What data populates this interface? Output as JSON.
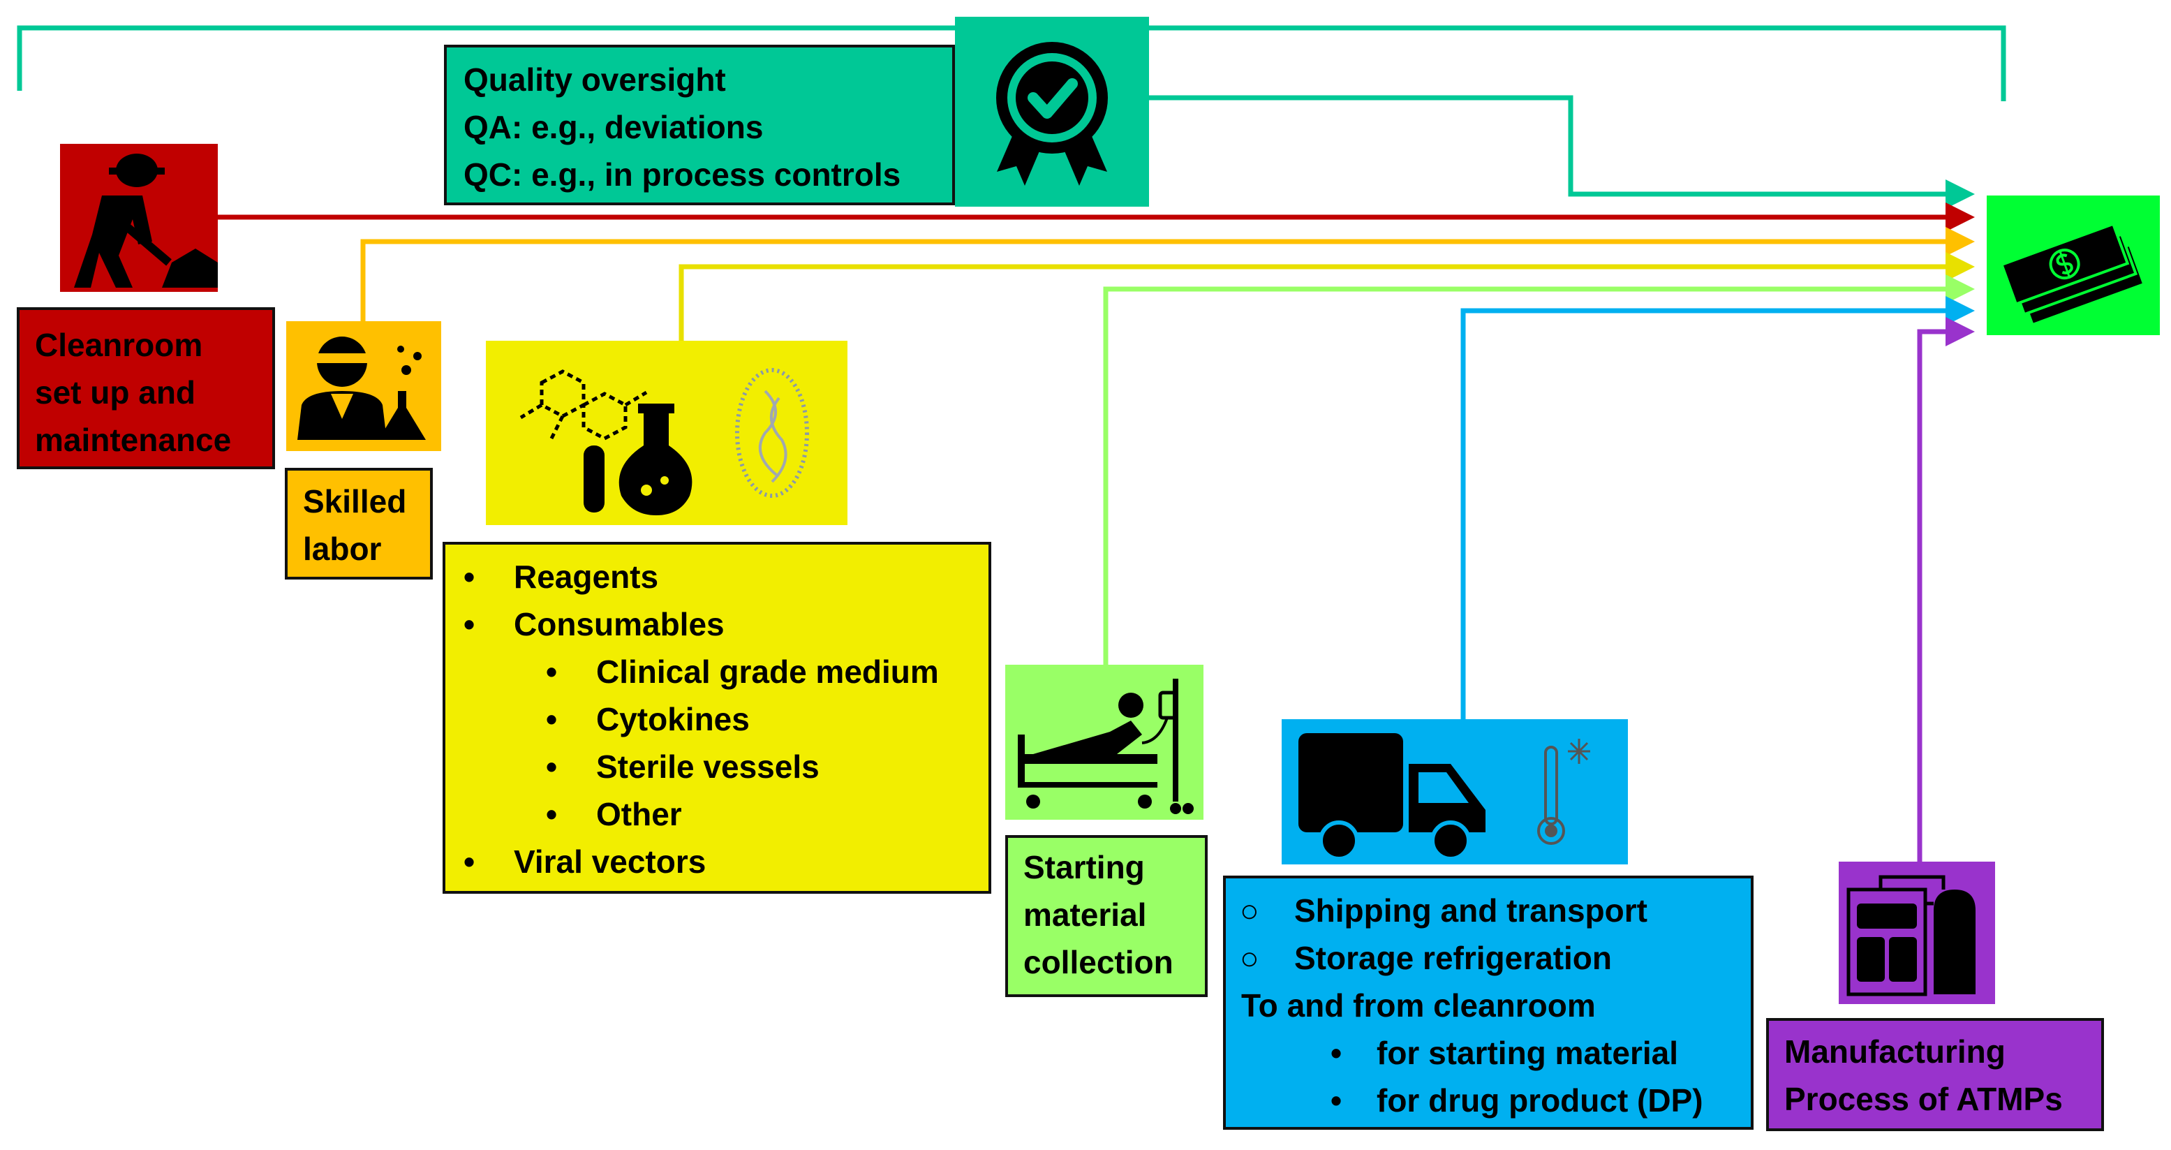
{
  "colors": {
    "quality": "#00c896",
    "cleanroom": "#c00000",
    "labor": "#ffc000",
    "reagents": "#f2ee00",
    "starting": "#99ff66",
    "shipping": "#00b0f0",
    "manufacturing": "#9933cc",
    "cost": "#00ff33"
  },
  "quality": {
    "lines": [
      "Quality oversight",
      "QA: e.g., deviations",
      "QC: e.g., in process controls"
    ],
    "icon": "award-ribbon-check-icon"
  },
  "cleanroom": {
    "lines": [
      "Cleanroom",
      "set up and",
      "maintenance"
    ],
    "icon": "worker-shovel-icon"
  },
  "labor": {
    "lines": [
      "Skilled",
      "labor"
    ],
    "icon": "scientist-flask-icon"
  },
  "reagents": {
    "items": [
      {
        "level": 1,
        "text": "Reagents"
      },
      {
        "level": 1,
        "text": "Consumables"
      },
      {
        "level": 2,
        "text": "Clinical grade medium"
      },
      {
        "level": 2,
        "text": "Cytokines"
      },
      {
        "level": 2,
        "text": "Sterile vessels"
      },
      {
        "level": 2,
        "text": "Other"
      },
      {
        "level": 1,
        "text": "Viral vectors"
      }
    ],
    "icons": [
      "molecule-flask-icon",
      "virus-icon"
    ]
  },
  "starting": {
    "lines": [
      "Starting",
      "material",
      "collection"
    ],
    "icon": "patient-bed-iv-icon"
  },
  "shipping": {
    "items": [
      {
        "style": "circle",
        "text": "Shipping and transport"
      },
      {
        "style": "circle",
        "text": "Storage refrigeration"
      },
      {
        "style": "plain",
        "text": "To and from cleanroom"
      },
      {
        "style": "bullet",
        "text": "for starting material"
      },
      {
        "style": "bullet",
        "text": "for drug product (DP)"
      }
    ],
    "icons": [
      "truck-icon",
      "thermometer-snowflake-icon"
    ]
  },
  "manufacturing": {
    "lines": [
      "Manufacturing",
      "Process of ATMPs"
    ],
    "icon": "bioreactor-equipment-icon"
  },
  "cost": {
    "icon": "money-stack-icon"
  }
}
